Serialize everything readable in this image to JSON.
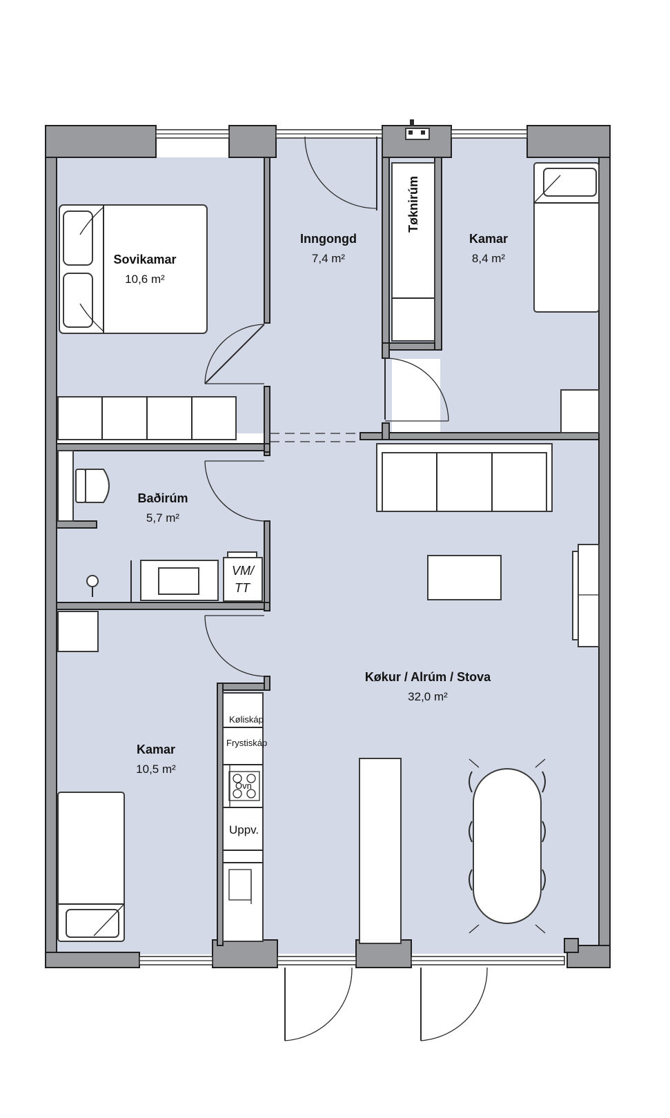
{
  "rooms": {
    "sovikamar": {
      "name": "Sovikamar",
      "area": "10,6 m²"
    },
    "inngongd": {
      "name": "Inngongd",
      "area": "7,4 m²"
    },
    "toknirum": {
      "name": "Tøknirúm"
    },
    "kamar_top": {
      "name": "Kamar",
      "area": "8,4 m²"
    },
    "badirum": {
      "name": "Baðirúm",
      "area": "5,7 m²"
    },
    "stova": {
      "name": "Køkur / Alrúm / Stova",
      "area": "32,0 m²"
    },
    "kamar_bottom": {
      "name": "Kamar",
      "area": "10,5 m²"
    }
  },
  "fixtures": {
    "vm_line1": "VM/",
    "vm_line2": "TT",
    "koliskap": "Køliskáp",
    "frystiskap": "Frystiskáp",
    "ovn": "Ovn",
    "uppv": "Uppv."
  },
  "colors": {
    "floor": "#d3d9e6",
    "wall": "#9a9b9f",
    "furniture": "#ffffff"
  }
}
